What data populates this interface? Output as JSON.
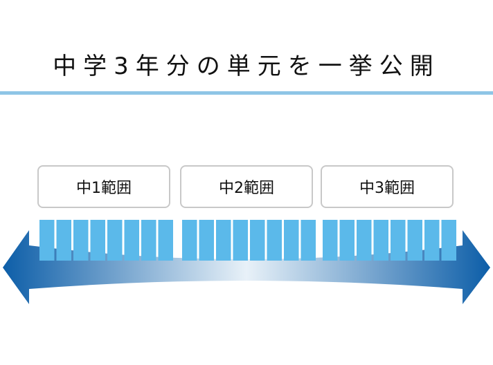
{
  "title": "中学3年分の単元を一挙公開",
  "ranges": [
    {
      "label": "中1範囲",
      "unit_count": 8
    },
    {
      "label": "中2範囲",
      "unit_count": 8
    },
    {
      "label": "中3範囲",
      "unit_count": 8
    }
  ],
  "colors": {
    "title_rule": "#8ec5e6",
    "unit_block": "#5bb9ea",
    "arrow_dark": "#0d5ea8",
    "arrow_light": "#e8f1f8",
    "box_border": "#c8c8c8"
  },
  "arrow": {
    "direction": "bidirectional"
  }
}
